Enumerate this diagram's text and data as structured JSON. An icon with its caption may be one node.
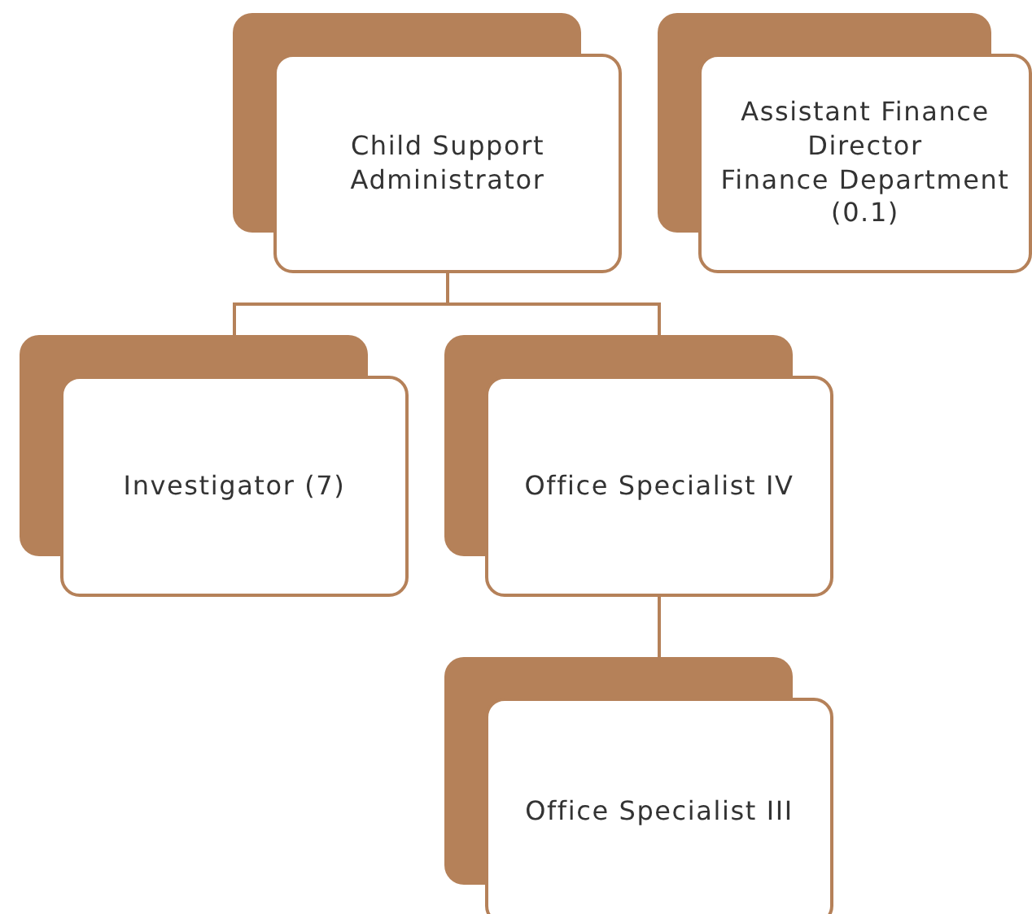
{
  "diagram": {
    "nodes": [
      {
        "text": [
          "Child Support Administrator"
        ]
      },
      {
        "text": [
          "Assistant Finance Director",
          "Finance Department (0.1)"
        ]
      },
      {
        "text": [
          "Investigator (7)"
        ]
      },
      {
        "text": [
          "Office Specialist IV"
        ]
      },
      {
        "text": [
          "Office Specialist III"
        ]
      }
    ],
    "edges": [
      {
        "from": 0,
        "to": 2,
        "arrow": "none"
      },
      {
        "from": 0,
        "to": 3,
        "arrow": "none"
      },
      {
        "from": 3,
        "to": 4,
        "arrow": "none"
      }
    ]
  }
}
